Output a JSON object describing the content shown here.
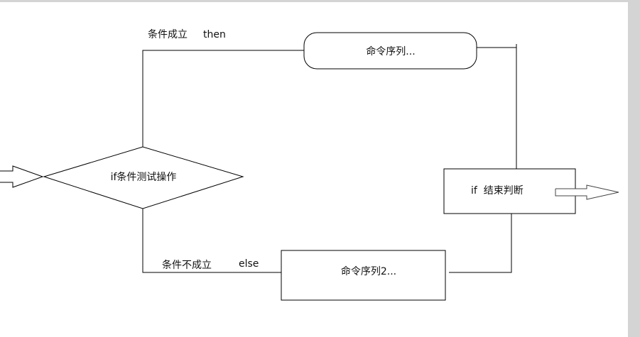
{
  "diagram": {
    "nodes": {
      "condition": {
        "label": "if条件测试操作",
        "shape": "diamond"
      },
      "then_block": {
        "label": "命令序列...",
        "shape": "rounded-rectangle"
      },
      "else_block": {
        "label": "命令序列2...",
        "shape": "rectangle"
      },
      "end_block": {
        "label": "if  结束判断",
        "shape": "rectangle"
      }
    },
    "edges": {
      "then": {
        "condition_text": "条件成立",
        "keyword": "then"
      },
      "else": {
        "condition_text": "条件不成立",
        "keyword": "else"
      }
    },
    "arrows": {
      "entry": "hollow-arrow-right",
      "exit": "hollow-arrow-right"
    }
  },
  "colors": {
    "background": "#ffffff",
    "frame": "#d4d4d4",
    "stroke": "#000000",
    "text": "#111111"
  }
}
